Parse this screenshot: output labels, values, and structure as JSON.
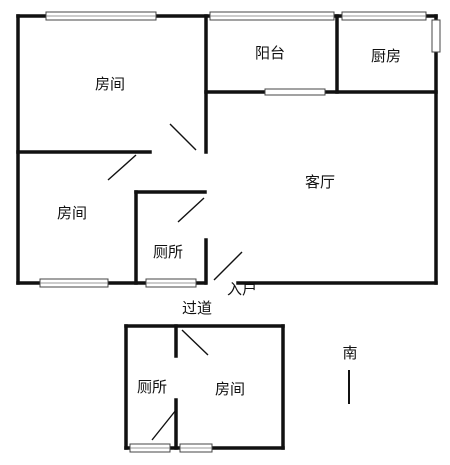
{
  "rooms": {
    "bedroom_top_left": "房间",
    "balcony": "阳台",
    "kitchen": "厨房",
    "living_room": "客厅",
    "bedroom_left": "房间",
    "toilet_upper": "厕所",
    "entrance": "入户",
    "corridor": "过道",
    "toilet_lower": "厕所",
    "bedroom_lower": "房间"
  },
  "compass": {
    "label": "南"
  }
}
